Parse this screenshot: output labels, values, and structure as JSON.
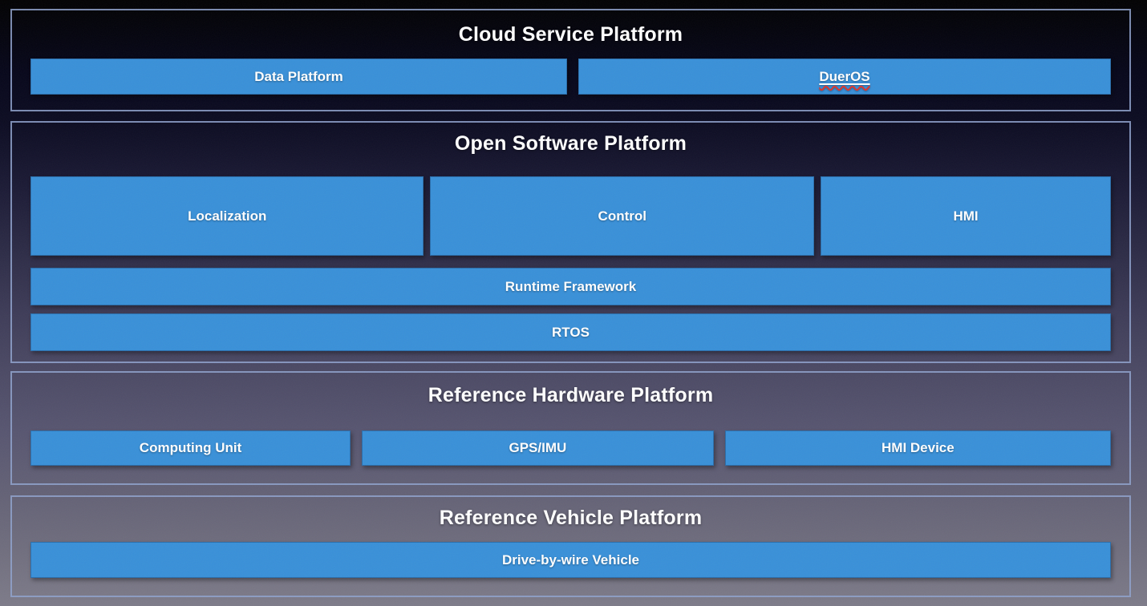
{
  "colors": {
    "accent_blue": "#3990d8",
    "section_border": "#8fa2cd",
    "title_text": "#ffffff",
    "box_text": "#ffffff",
    "spellcheck_red": "#e0342b",
    "background_top": "#010102",
    "background_bottom": "#7d7b89"
  },
  "sections": [
    {
      "title": "Cloud Service Platform",
      "boxes": [
        "Data Platform",
        "DuerOS"
      ]
    },
    {
      "title": "Open Software Platform",
      "modules": [
        "Localization",
        "Control",
        "HMI"
      ],
      "layers": [
        "Runtime Framework",
        "RTOS"
      ]
    },
    {
      "title": "Reference Hardware Platform",
      "boxes": [
        "Computing Unit",
        "GPS/IMU",
        "HMI Device"
      ]
    },
    {
      "title": "Reference Vehicle Platform",
      "boxes": [
        "Drive-by-wire Vehicle"
      ]
    }
  ]
}
